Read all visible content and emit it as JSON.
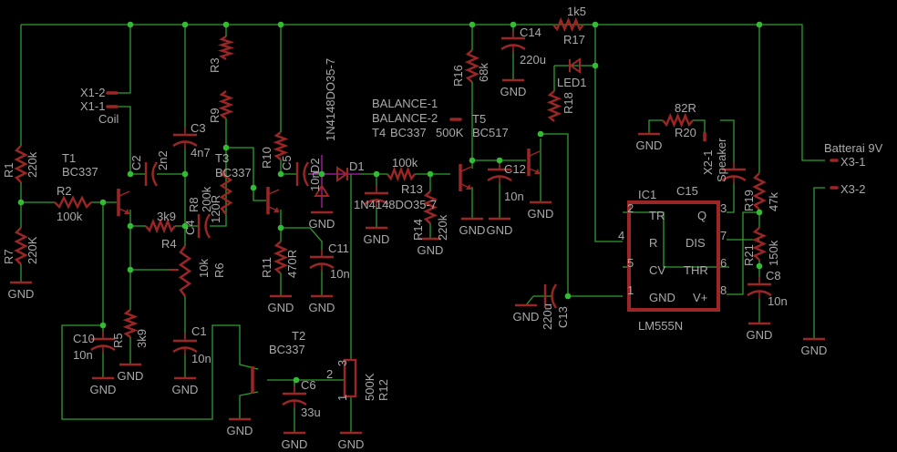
{
  "ground_label": "GND",
  "battery_label": "Batterai 9V",
  "coil_label": "Coil",
  "speaker_label": "Speaker",
  "parts": {
    "R1": {
      "ref": "R1",
      "value": "220k"
    },
    "R2": {
      "ref": "R2",
      "value": "100k"
    },
    "R3": {
      "ref": "R3"
    },
    "R4": {
      "ref": "R4",
      "value": "3k9"
    },
    "R5": {
      "ref": "R5",
      "value": "3k9"
    },
    "R6": {
      "ref": "R6",
      "value": "10k"
    },
    "R7": {
      "ref": "R7",
      "value": "220K"
    },
    "R8": {
      "ref": "R8",
      "value": "200k"
    },
    "R9": {
      "ref": "R9",
      "value": "120R"
    },
    "R10": {
      "ref": "R10"
    },
    "R11": {
      "ref": "R11",
      "value": "470R"
    },
    "R12": {
      "ref": "R12",
      "value": "500K"
    },
    "R13": {
      "ref": "R13",
      "value": "100k"
    },
    "R14": {
      "ref": "R14",
      "value": "220k"
    },
    "R16": {
      "ref": "R16",
      "value": "68k"
    },
    "R17": {
      "ref": "R17",
      "value": "1k5"
    },
    "R18": {
      "ref": "R18"
    },
    "R19": {
      "ref": "R19",
      "value": "47k"
    },
    "R20": {
      "ref": "R20",
      "value": "82R"
    },
    "R21": {
      "ref": "R21",
      "value": "150k"
    },
    "C1": {
      "ref": "C1",
      "value": "10n"
    },
    "C2": {
      "ref": "C2",
      "value": "2n2"
    },
    "C3": {
      "ref": "C3",
      "value": "4n7"
    },
    "C4": {
      "ref": "C4"
    },
    "C5": {
      "ref": "C5"
    },
    "C6": {
      "ref": "C6",
      "value": "33u"
    },
    "C8": {
      "ref": "C8",
      "value": "10n"
    },
    "C10": {
      "ref": "C10",
      "value": "10n"
    },
    "C11": {
      "ref": "C11",
      "value": "10n"
    },
    "C12": {
      "ref": "C12",
      "value": "10n"
    },
    "C13": {
      "ref": "C13",
      "value": "220u"
    },
    "C14": {
      "ref": "C14",
      "value": "220u"
    },
    "C15": {
      "ref": "C15"
    },
    "D1": {
      "ref": "D1",
      "value": "1N4148DO35-7"
    },
    "D2": {
      "ref": "D2",
      "value": "1N4148DO35-7",
      "extra": "10n"
    },
    "LED1": {
      "ref": "LED1"
    },
    "T1": {
      "ref": "T1",
      "value": "BC337"
    },
    "T2": {
      "ref": "T2",
      "value": "BC337"
    },
    "T3": {
      "ref": "T3",
      "value": "BC337"
    },
    "T4": {
      "ref": "T4",
      "value": "BC337",
      "extra": "500K"
    },
    "T5": {
      "ref": "T5",
      "value": "BC517"
    },
    "IC1": {
      "ref": "IC1",
      "value": "LM555N"
    }
  },
  "connectors": {
    "X1_1": "X1-1",
    "X1_2": "X1-2",
    "X2_1": "X2-1",
    "X3_1": "X3-1",
    "X3_2": "X3-2",
    "BAL1": "BALANCE-1",
    "BAL2": "BALANCE-2"
  },
  "ic_pins": {
    "p2": {
      "num": "2",
      "name": "TR"
    },
    "p4": {
      "num": "4",
      "name": "R"
    },
    "p5": {
      "num": "5",
      "name": "CV"
    },
    "p1": {
      "num": "1",
      "name": "GND"
    },
    "p3": {
      "num": "3",
      "name": "Q"
    },
    "p7": {
      "num": "7",
      "name": "DIS"
    },
    "p6": {
      "num": "6",
      "name": "THR"
    },
    "p8": {
      "num": "8",
      "name": "V+"
    }
  },
  "pot_pins": {
    "p1": "1",
    "p2": "2",
    "p3": "3"
  },
  "colors": {
    "background": "#000000",
    "wire": "#2e9e2e",
    "junction": "#33bb33",
    "component": "#9c2626",
    "text": "#a9a9a9",
    "highlight": "#b020b0"
  }
}
